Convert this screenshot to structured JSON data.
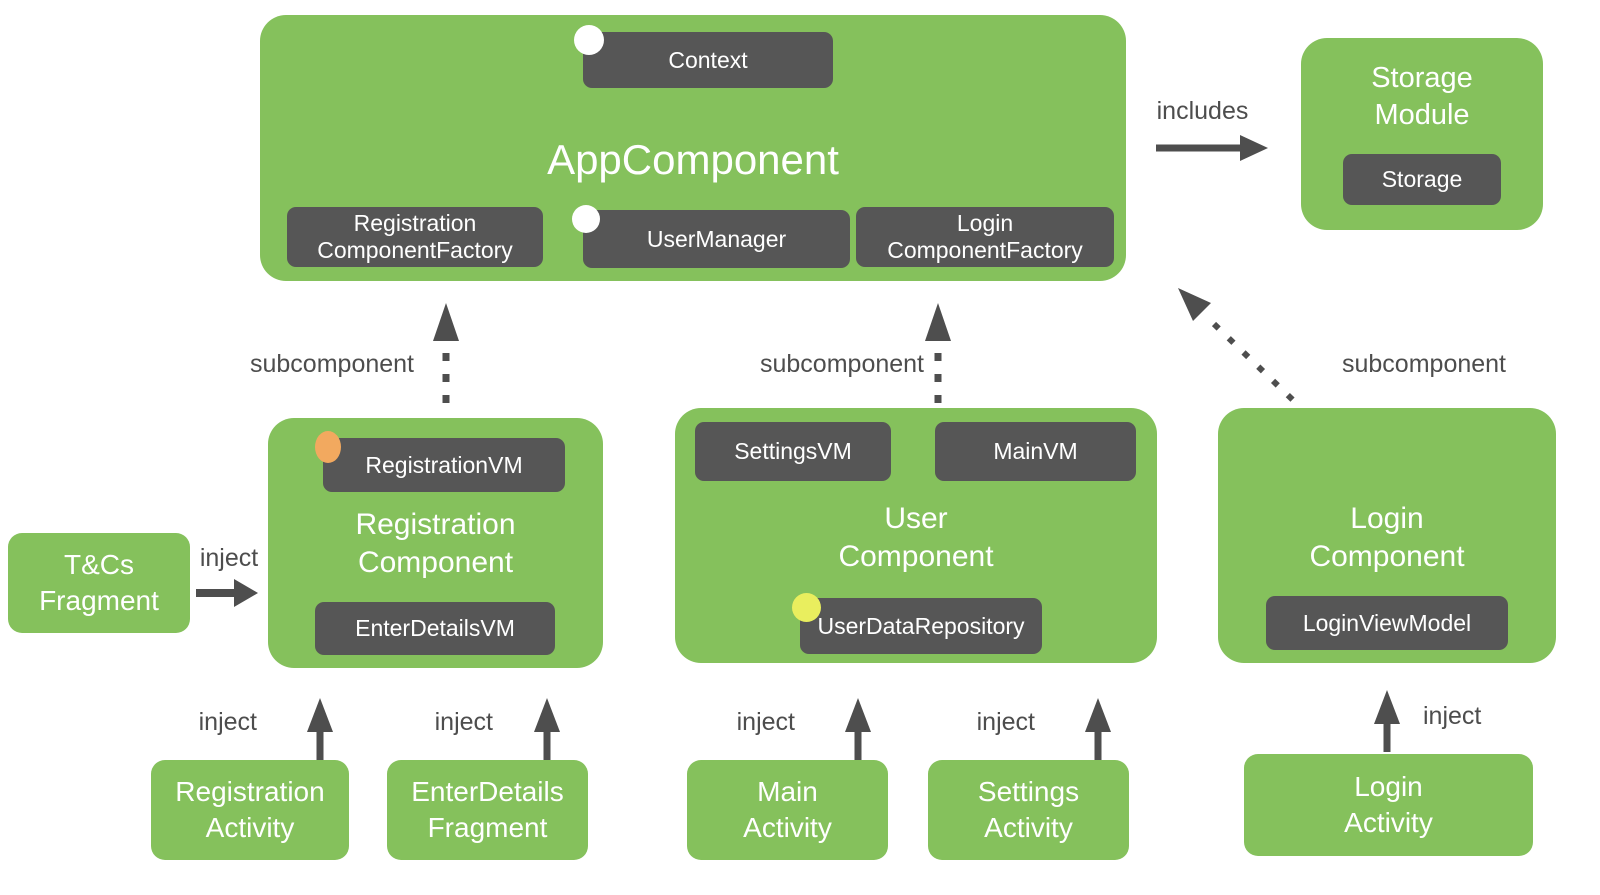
{
  "colors": {
    "component_green": "#85C15C",
    "binding_dark": "#565656",
    "arrow_gray": "#4E4E4E",
    "label_gray": "#4D4D4D",
    "scope_dot_white": "#FFFFFF",
    "scope_dot_orange": "#F2A95F",
    "scope_dot_yellow": "#E9EE5E",
    "background": "#FFFFFF"
  },
  "labels": {
    "includes": "includes",
    "subcomponent": "subcomponent",
    "inject": "inject"
  },
  "app_component": {
    "title": "AppComponent",
    "context": "Context",
    "registration_factory": "Registration\nComponentFactory",
    "user_manager": "UserManager",
    "login_factory": "Login\nComponentFactory"
  },
  "storage_module": {
    "title": "Storage\nModule",
    "storage": "Storage"
  },
  "registration_component": {
    "title": "Registration\nComponent",
    "registration_vm": "RegistrationVM",
    "enter_details_vm": "EnterDetailsVM"
  },
  "user_component": {
    "title": "User\nComponent",
    "settings_vm": "SettingsVM",
    "main_vm": "MainVM",
    "user_data_repository": "UserDataRepository"
  },
  "login_component": {
    "title": "Login\nComponent",
    "login_view_model": "LoginViewModel"
  },
  "tcs_fragment": {
    "title": "T&Cs\nFragment"
  },
  "activities": {
    "registration_activity": "Registration\nActivity",
    "enter_details_fragment": "EnterDetails\nFragment",
    "main_activity": "Main\nActivity",
    "settings_activity": "Settings\nActivity",
    "login_activity": "Login\nActivity"
  }
}
